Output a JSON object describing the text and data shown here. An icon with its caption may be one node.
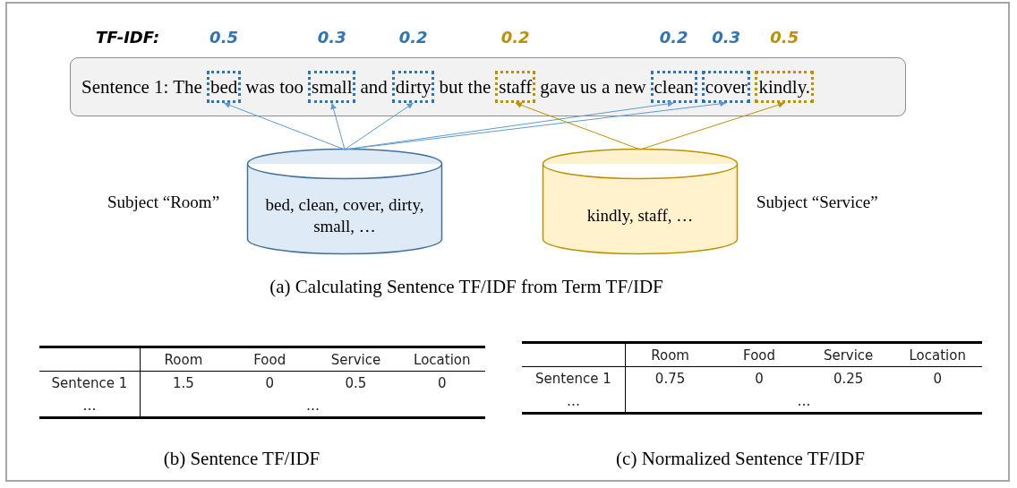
{
  "diagram": {
    "nodes": [
      {
        "text": [
          "Sentence 1: The",
          "was too",
          "and",
          "but the",
          "gave us a new"
        ]
      },
      {
        "text": [
          "bed"
        ],
        "in": 0,
        "beside": [
          "0.5"
        ]
      },
      {
        "text": [
          "small"
        ],
        "in": 0,
        "beside": [
          "0.3"
        ]
      },
      {
        "text": [
          "dirty"
        ],
        "in": 0,
        "beside": [
          "0.2"
        ]
      },
      {
        "text": [
          "staff"
        ],
        "in": 0,
        "beside": [
          "0.2"
        ]
      },
      {
        "text": [
          "clean"
        ],
        "in": 0,
        "beside": [
          "0.2"
        ]
      },
      {
        "text": [
          "cover"
        ],
        "in": 0,
        "beside": [
          "0.3"
        ]
      },
      {
        "text": [
          "kindly."
        ],
        "in": 0,
        "beside": [
          "0.5"
        ]
      },
      {
        "text": [
          "bed, clean, cover, dirty, small, …"
        ],
        "beside": [
          "Subject “Room”"
        ]
      },
      {
        "text": [
          "kindly, staff, …"
        ],
        "beside": [
          "Subject “Service”"
        ]
      }
    ],
    "edges": [
      {
        "from": 8,
        "to": 1,
        "arrow": "to"
      },
      {
        "from": 8,
        "to": 2,
        "arrow": "to"
      },
      {
        "from": 8,
        "to": 3,
        "arrow": "to"
      },
      {
        "from": 8,
        "to": 5,
        "arrow": "to"
      },
      {
        "from": 8,
        "to": 6,
        "arrow": "to"
      },
      {
        "from": 9,
        "to": 4,
        "arrow": "to",
        "color": "#bf9000"
      },
      {
        "from": 9,
        "to": 7,
        "arrow": "to",
        "color": "#bf9000"
      }
    ],
    "labels": [
      "TF-IDF:",
      "(a) Calculating Sentence TF/IDF from Term TF/IDF",
      "Room",
      "Food",
      "Service",
      "Location",
      "Sentence 1",
      "1.5",
      "0",
      "0.5",
      "0",
      "…",
      "…",
      "(b) Sentence TF/IDF",
      "Room",
      "Food",
      "Service",
      "Location",
      "Sentence 1",
      "0.75",
      "0",
      "0.25",
      "0",
      "…",
      "…",
      "(c) Normalized Sentence TF/IDF"
    ]
  }
}
